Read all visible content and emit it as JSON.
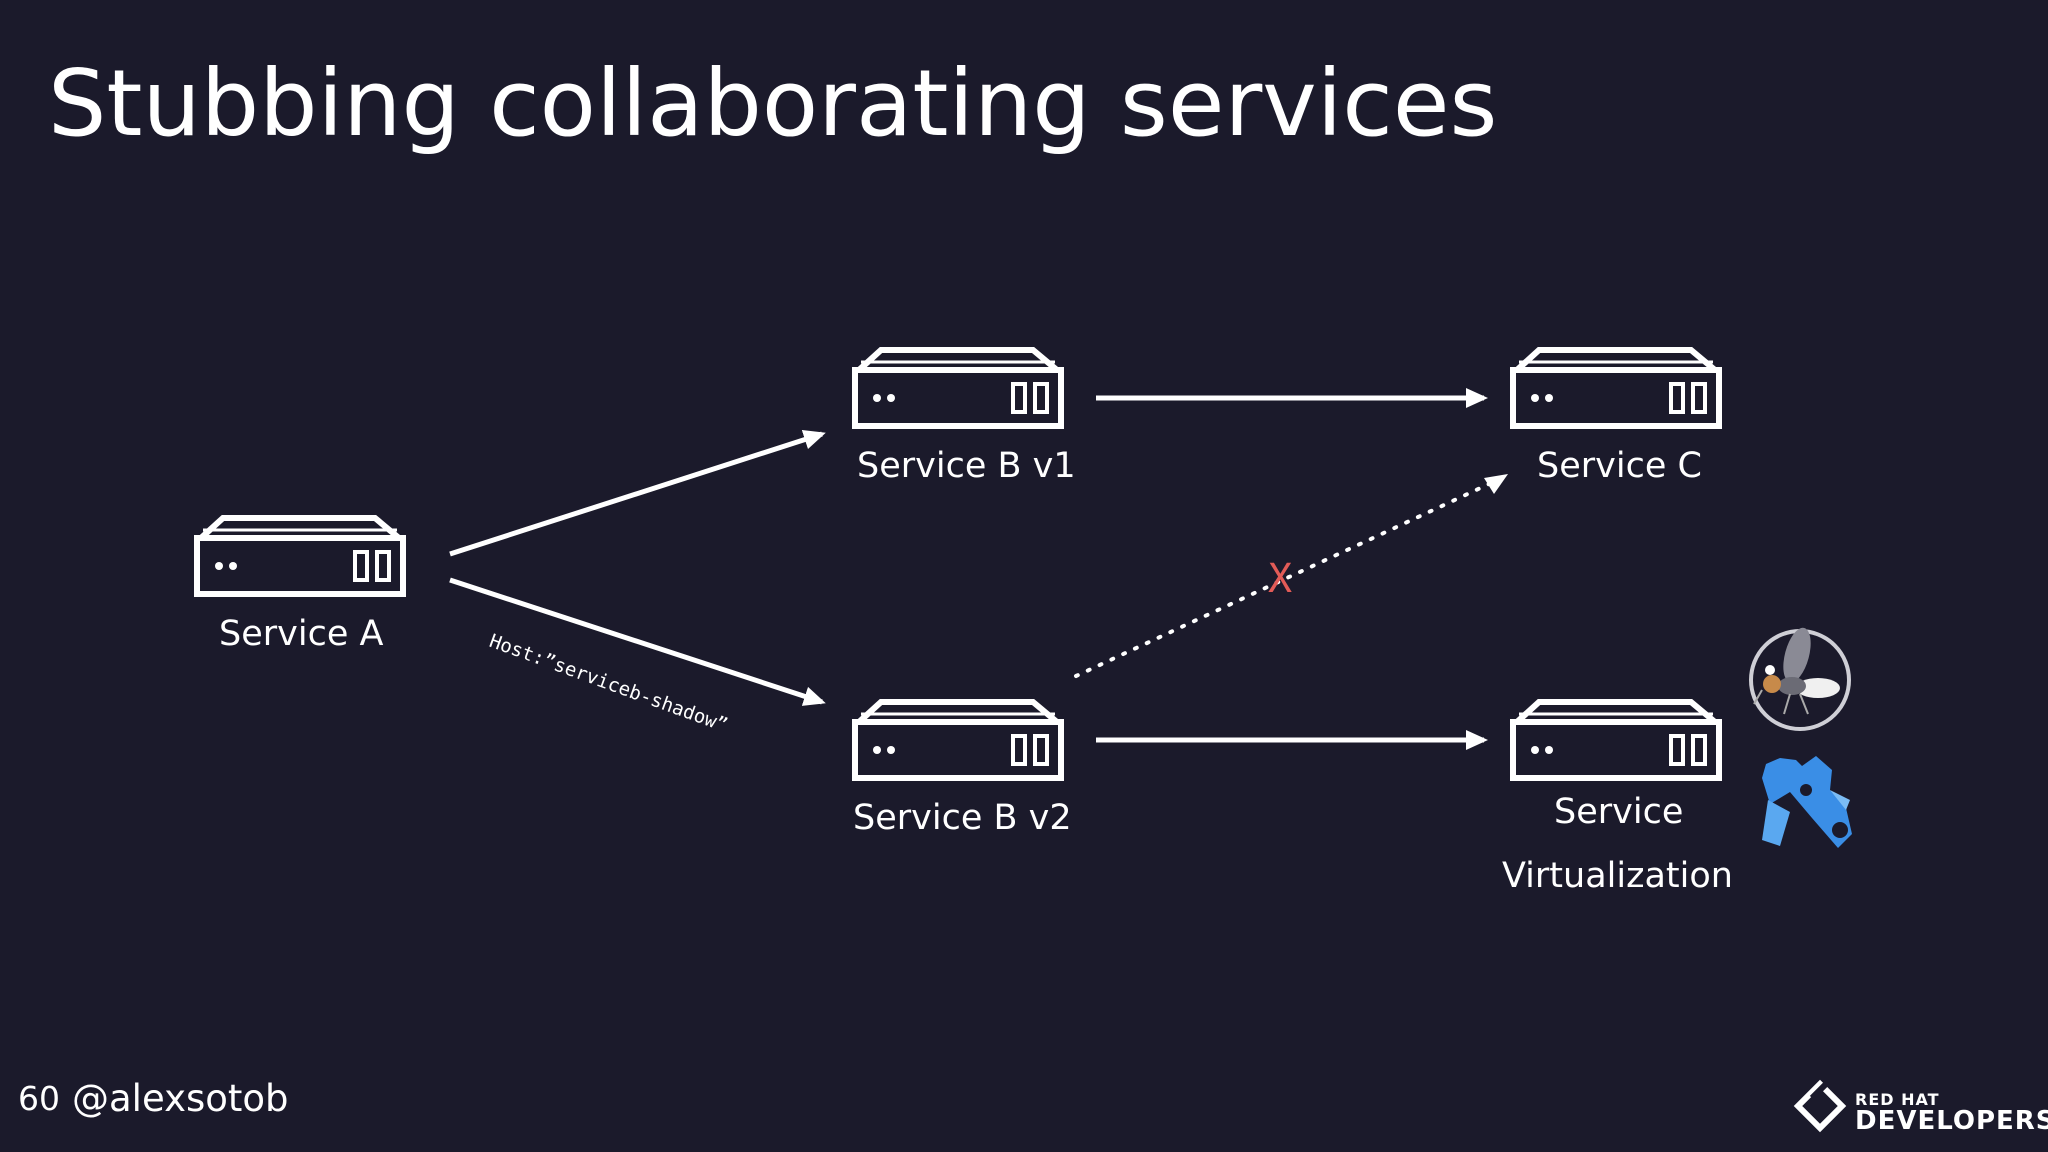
{
  "title": "Stubbing collaborating services",
  "nodes": {
    "service_a": "Service A",
    "service_b_v1": "Service B v1",
    "service_b_v2": "Service B v2",
    "service_c": "Service C",
    "service_virtualization_line1": "Service",
    "service_virtualization_line2": "Virtualization"
  },
  "edge_labels": {
    "host_header": "Host:”serviceb-shadow”",
    "blocked_marker": "X"
  },
  "footer": {
    "slide_number": "60",
    "handle": "@alexsotob",
    "logo_top": "RED HAT",
    "logo_bottom": "DEVELOPERS"
  },
  "colors": {
    "background": "#1b1a2b",
    "foreground": "#ffffff",
    "blocked": "#e25b57",
    "icon_blue": "#3a8ee6"
  },
  "icons": [
    "server-icon",
    "mosquito-icon",
    "hoverfly-icon",
    "redhat-developers-logo-icon"
  ]
}
